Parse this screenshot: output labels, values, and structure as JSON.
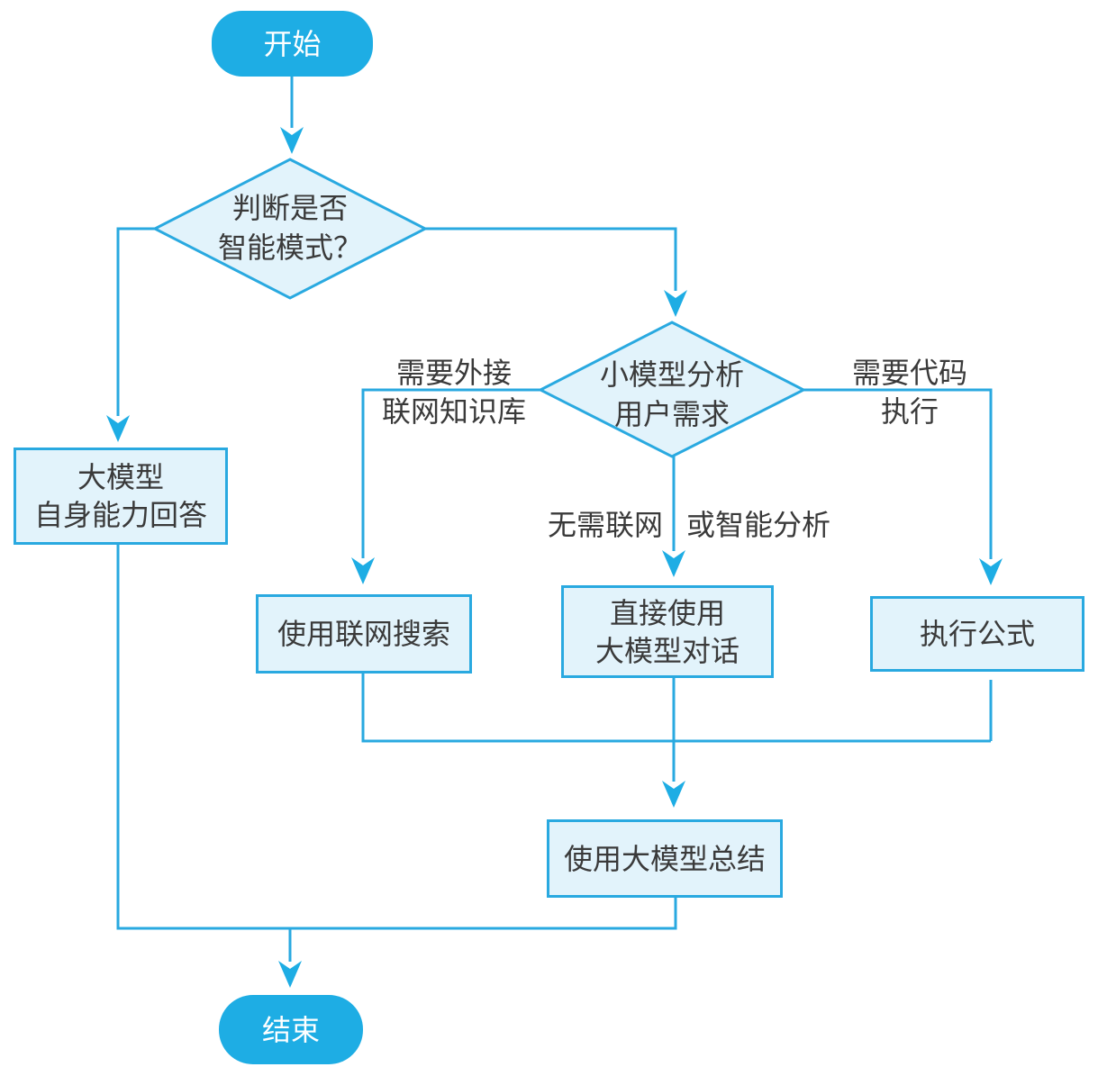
{
  "diagram": {
    "type": "flowchart",
    "language": "zh-CN"
  },
  "colors": {
    "line_accent": "#29a9e0",
    "terminal_fill": "#1eade4",
    "shape_fill": "#e2f3fb",
    "text_dark": "#3a3a3a",
    "text_light": "#ffffff",
    "background": "#ffffff"
  },
  "nodes": {
    "start": {
      "label": "开始",
      "type": "terminal"
    },
    "decision_smart_mode": {
      "line1": "判断是否",
      "line2": "智能模式？",
      "type": "decision"
    },
    "answer_with_own_ability": {
      "line1": "大模型",
      "line2": "自身能力回答",
      "type": "process"
    },
    "decision_small_model": {
      "line1": "小模型分析",
      "line2": "用户需求",
      "type": "decision"
    },
    "web_search": {
      "label": "使用联网搜索",
      "type": "process"
    },
    "direct_chat": {
      "line1": "直接使用",
      "line2": "大模型对话",
      "type": "process"
    },
    "execute_formula": {
      "label": "执行公式",
      "type": "process"
    },
    "summarize": {
      "label": "使用大模型总结",
      "type": "process"
    },
    "end": {
      "label": "结束",
      "type": "terminal"
    }
  },
  "edge_labels": {
    "need_external_kb": {
      "line1": "需要外接",
      "line2": "联网知识库"
    },
    "no_internet": "无需联网",
    "or_smart_analysis": "或智能分析",
    "need_code": {
      "line1": "需要代码",
      "line2": "执行"
    }
  },
  "edges": [
    {
      "from": "start",
      "to": "decision_smart_mode"
    },
    {
      "from": "decision_smart_mode",
      "to": "answer_with_own_ability"
    },
    {
      "from": "decision_smart_mode",
      "to": "decision_small_model"
    },
    {
      "from": "decision_small_model",
      "to": "web_search",
      "label": "需要外接联网知识库"
    },
    {
      "from": "decision_small_model",
      "to": "direct_chat",
      "label": "无需联网 或智能分析"
    },
    {
      "from": "decision_small_model",
      "to": "execute_formula",
      "label": "需要代码执行"
    },
    {
      "from": "web_search",
      "to": "summarize"
    },
    {
      "from": "direct_chat",
      "to": "summarize"
    },
    {
      "from": "execute_formula",
      "to": "summarize"
    },
    {
      "from": "summarize",
      "to": "end"
    },
    {
      "from": "answer_with_own_ability",
      "to": "end"
    }
  ]
}
